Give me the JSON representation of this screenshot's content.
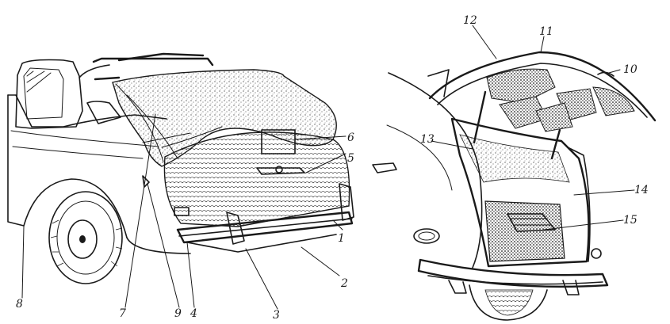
{
  "figure": {
    "left_view_callouts": [
      "1",
      "2",
      "3",
      "4",
      "5",
      "6",
      "7",
      "8",
      "9"
    ],
    "right_view_callouts": [
      "10",
      "11",
      "12",
      "13",
      "14",
      "15"
    ]
  }
}
